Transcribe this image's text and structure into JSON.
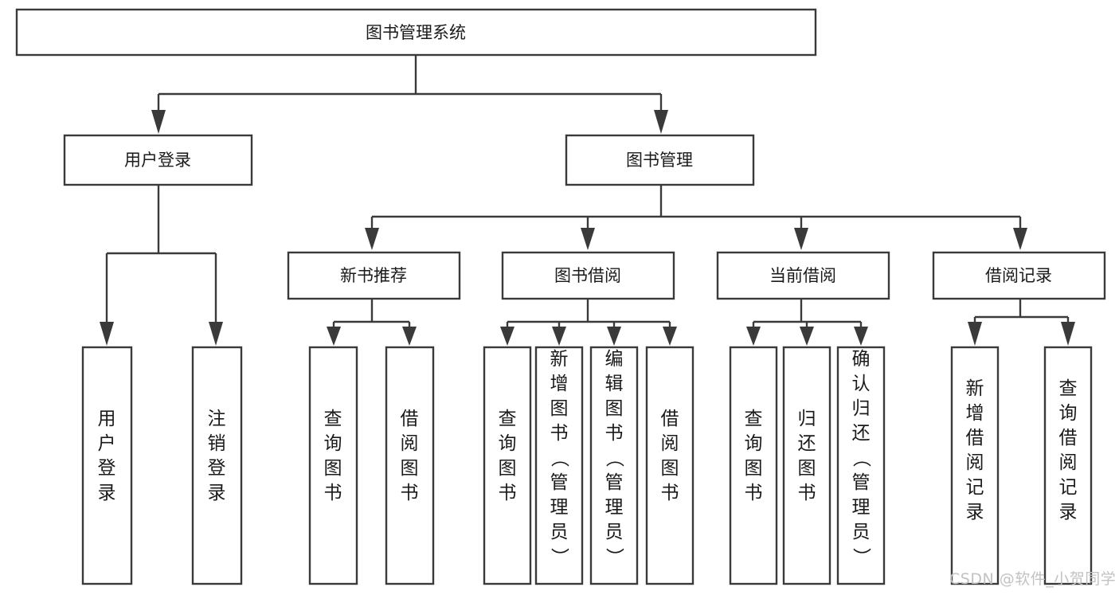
{
  "diagram": {
    "type": "tree-hierarchy-chart",
    "title": "图书管理系统",
    "orientation": "top-down",
    "watermark": "CSDN @软件_小贺同学",
    "colors": {
      "box_stroke": "#3a3a3a",
      "box_fill": "#ffffff",
      "text": "#1a1a1a",
      "connector": "#3a3a3a",
      "watermark": "#c2c2c2",
      "background": "#ffffff"
    },
    "levels": [
      {
        "level": 0,
        "nodes": [
          {
            "id": "root",
            "label": "图书管理系统",
            "orientation": "horizontal"
          }
        ]
      },
      {
        "level": 1,
        "nodes": [
          {
            "id": "user-login",
            "label": "用户登录",
            "orientation": "horizontal",
            "parent": "root"
          },
          {
            "id": "book-manage",
            "label": "图书管理",
            "orientation": "horizontal",
            "parent": "root"
          }
        ]
      },
      {
        "level": 2,
        "nodes": [
          {
            "id": "new-book-recommend",
            "label": "新书推荐",
            "orientation": "horizontal",
            "parent": "book-manage"
          },
          {
            "id": "book-borrow",
            "label": "图书借阅",
            "orientation": "horizontal",
            "parent": "book-manage"
          },
          {
            "id": "current-borrow",
            "label": "当前借阅",
            "orientation": "horizontal",
            "parent": "book-manage"
          },
          {
            "id": "borrow-record",
            "label": "借阅记录",
            "orientation": "horizontal",
            "parent": "book-manage"
          }
        ]
      },
      {
        "level": 3,
        "nodes": [
          {
            "id": "leaf-user-login",
            "label": "用户登录",
            "orientation": "vertical",
            "parent": "user-login"
          },
          {
            "id": "leaf-logout",
            "label": "注销登录",
            "orientation": "vertical",
            "parent": "user-login"
          },
          {
            "id": "leaf-query-book-1",
            "label": "查询图书",
            "orientation": "vertical",
            "parent": "new-book-recommend"
          },
          {
            "id": "leaf-borrow-book-1",
            "label": "借阅图书",
            "orientation": "vertical",
            "parent": "new-book-recommend"
          },
          {
            "id": "leaf-query-book-2",
            "label": "查询图书",
            "orientation": "vertical",
            "parent": "book-borrow"
          },
          {
            "id": "leaf-add-book",
            "label": "新增图书（管理员）",
            "orientation": "vertical",
            "parent": "book-borrow"
          },
          {
            "id": "leaf-edit-book",
            "label": "编辑图书（管理员）",
            "orientation": "vertical",
            "parent": "book-borrow"
          },
          {
            "id": "leaf-borrow-book-2",
            "label": "借阅图书",
            "orientation": "vertical",
            "parent": "book-borrow"
          },
          {
            "id": "leaf-query-book-3",
            "label": "查询图书",
            "orientation": "vertical",
            "parent": "current-borrow"
          },
          {
            "id": "leaf-return-book",
            "label": "归还图书",
            "orientation": "vertical",
            "parent": "current-borrow"
          },
          {
            "id": "leaf-confirm-return",
            "label": "确认归还（管理员）",
            "orientation": "vertical",
            "parent": "current-borrow"
          },
          {
            "id": "leaf-add-record",
            "label": "新增借阅记录",
            "orientation": "vertical",
            "parent": "borrow-record"
          },
          {
            "id": "leaf-query-record",
            "label": "查询借阅记录",
            "orientation": "vertical",
            "parent": "borrow-record"
          }
        ]
      }
    ]
  }
}
